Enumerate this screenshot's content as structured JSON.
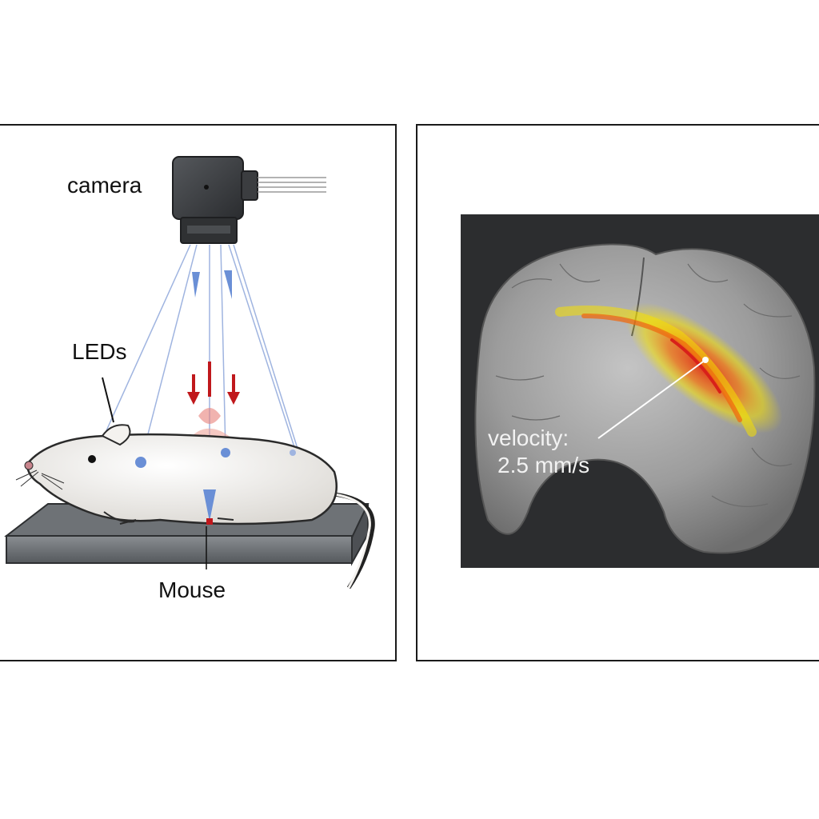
{
  "left_panel": {
    "labels": {
      "camera": "camera",
      "leds": "LEDs",
      "mouse": "Mouse"
    },
    "colors": {
      "camera_body": "#3a3c3f",
      "led_blue": "#6a8fd6",
      "arrow_red": "#c0181c",
      "platform": "#6e7276",
      "mouse_fur": "#f4f2ef"
    }
  },
  "right_panel": {
    "annotation": {
      "line1": "velocity:",
      "line2": "2.5 mm/s"
    },
    "colors": {
      "background": "#2c2d2f",
      "brain": "#a8a8a8",
      "wave_core": "#e0301a",
      "wave_halo": "#f5e000"
    }
  }
}
